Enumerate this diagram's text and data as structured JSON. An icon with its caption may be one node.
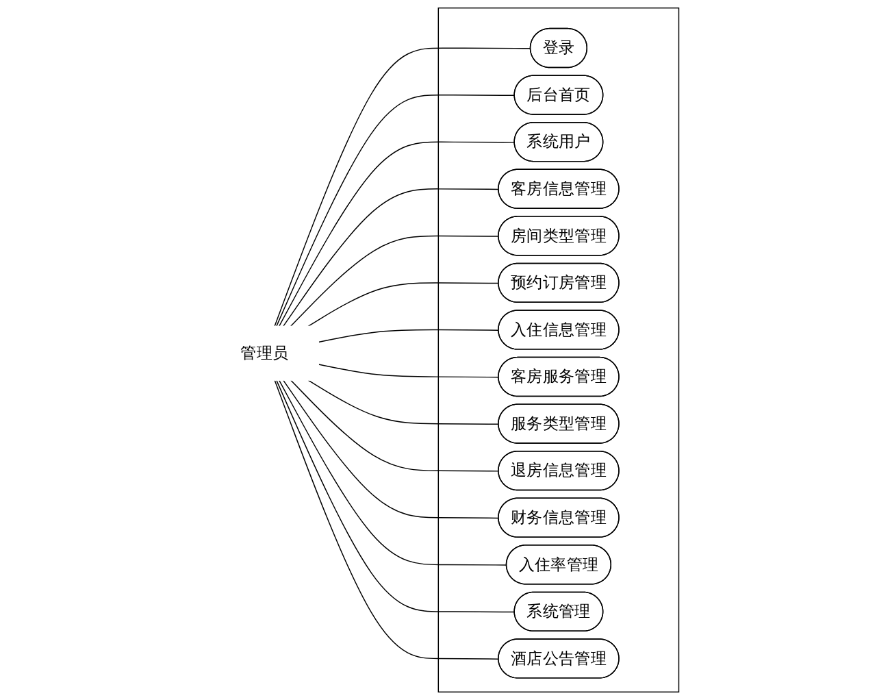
{
  "diagram": {
    "nodes": [
      {
        "text": [
          "管理员"
        ]
      },
      {
        "text": [],
        "shape": "box"
      },
      {
        "text": [
          "登录"
        ],
        "in": 1
      },
      {
        "text": [
          "后台首页"
        ],
        "in": 1
      },
      {
        "text": [
          "系统用户"
        ],
        "in": 1
      },
      {
        "text": [
          "客房信息管理"
        ],
        "in": 1
      },
      {
        "text": [
          "房间类型管理"
        ],
        "in": 1
      },
      {
        "text": [
          "预约订房管理"
        ],
        "in": 1
      },
      {
        "text": [
          "入住信息管理"
        ],
        "in": 1
      },
      {
        "text": [
          "客房服务管理"
        ],
        "in": 1
      },
      {
        "text": [
          "服务类型管理"
        ],
        "in": 1
      },
      {
        "text": [
          "退房信息管理"
        ],
        "in": 1
      },
      {
        "text": [
          "财务信息管理"
        ],
        "in": 1
      },
      {
        "text": [
          "入住率管理"
        ],
        "in": 1
      },
      {
        "text": [
          "系统管理"
        ],
        "in": 1
      },
      {
        "text": [
          "酒店公告管理"
        ],
        "in": 1
      }
    ],
    "edges": [
      {
        "from": 0,
        "to": 2,
        "arrow": "none"
      },
      {
        "from": 0,
        "to": 3,
        "arrow": "none"
      },
      {
        "from": 0,
        "to": 4,
        "arrow": "none"
      },
      {
        "from": 0,
        "to": 5,
        "arrow": "none"
      },
      {
        "from": 0,
        "to": 6,
        "arrow": "none"
      },
      {
        "from": 0,
        "to": 7,
        "arrow": "none"
      },
      {
        "from": 0,
        "to": 8,
        "arrow": "none"
      },
      {
        "from": 0,
        "to": 9,
        "arrow": "none"
      },
      {
        "from": 0,
        "to": 10,
        "arrow": "none"
      },
      {
        "from": 0,
        "to": 11,
        "arrow": "none"
      },
      {
        "from": 0,
        "to": 12,
        "arrow": "none"
      },
      {
        "from": 0,
        "to": 13,
        "arrow": "none"
      },
      {
        "from": 0,
        "to": 14,
        "arrow": "none"
      },
      {
        "from": 0,
        "to": 15,
        "arrow": "none"
      }
    ]
  }
}
